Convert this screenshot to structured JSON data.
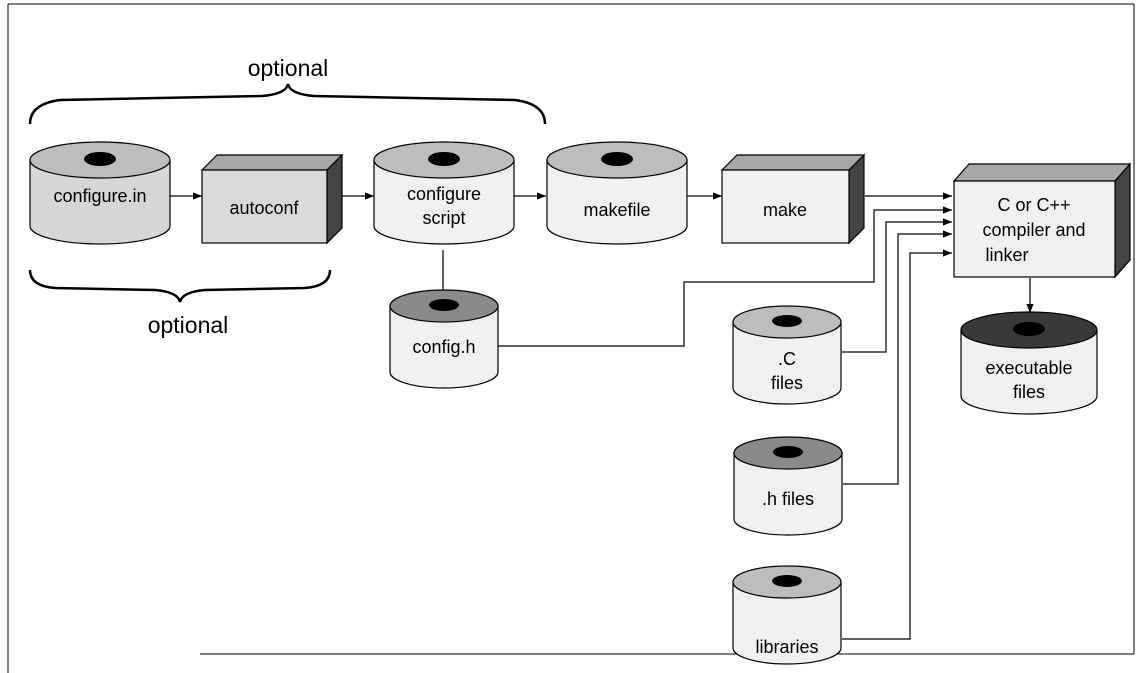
{
  "diagram": {
    "brackets": {
      "top_label": "optional",
      "bottom_label": "optional"
    },
    "nodes": {
      "configure_in": {
        "line1": "configure.in"
      },
      "autoconf": {
        "line1": "autoconf"
      },
      "configure_script": {
        "line1": "configure",
        "line2": "script"
      },
      "makefile": {
        "line1": "makefile"
      },
      "make": {
        "line1": "make"
      },
      "compiler": {
        "line1": "C or C++",
        "line2": "compiler and",
        "line3": "linker"
      },
      "config_h": {
        "line1": "config.h"
      },
      "c_files": {
        "line1": ".C",
        "line2": "files"
      },
      "h_files": {
        "line1": ".h files"
      },
      "libraries": {
        "line1": "libraries"
      },
      "executable": {
        "line1": "executable",
        "line2": "files"
      }
    },
    "colors": {
      "cylinder_body": "#d6d6d6",
      "cylinder_body_light": "#f0f0f0",
      "cylinder_top_light": "#bdbdbd",
      "cylinder_top_mid": "#8a8a8a",
      "cylinder_top_dark": "#3a3a3a",
      "box_front": "#d9d9d9",
      "box_front_light": "#f0f0f0",
      "box_top": "#a8a8a8",
      "box_side": "#444444",
      "hole": "#000000"
    }
  }
}
